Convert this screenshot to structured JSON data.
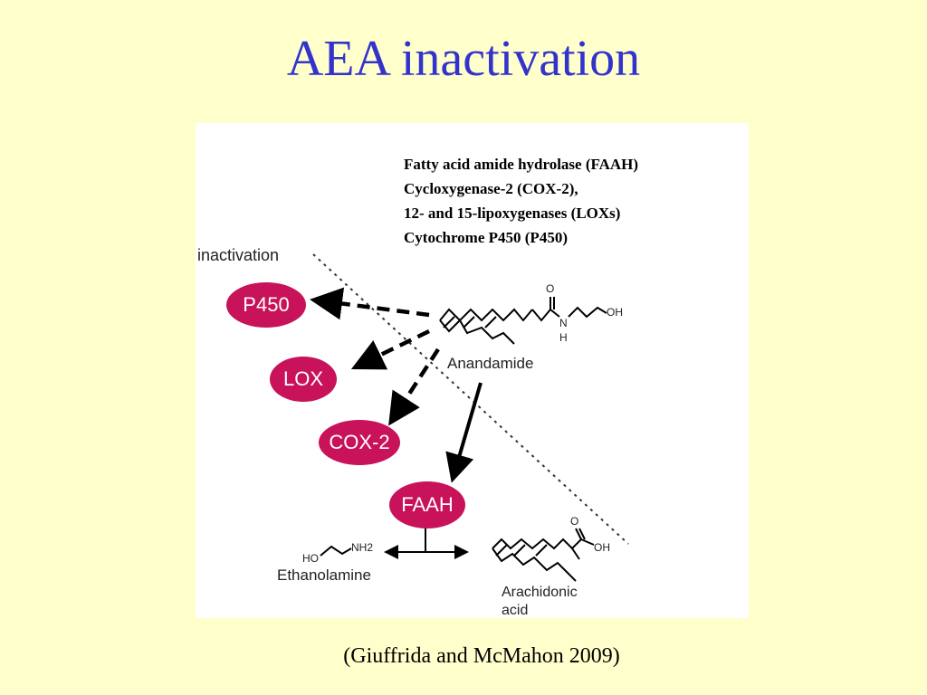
{
  "slide": {
    "title": "AEA inactivation",
    "citation": "(Giuffrida and McMahon 2009)"
  },
  "figure": {
    "enzyme_list": [
      "Fatty acid amide hydrolase (FAAH)",
      "Cycloxygenase-2 (COX-2),",
      "12- and 15-lipoxygenases (LOXs)",
      "Cytochrome P450 (P450)"
    ],
    "section_label": "inactivation",
    "enzymes": {
      "p450": "P450",
      "lox": "LOX",
      "cox2": "COX-2",
      "faah": "FAAH"
    },
    "molecules": {
      "anandamide": "Anandamide",
      "ethanolamine": "Ethanolamine",
      "arachidonic_acid_line1": "Arachidonic",
      "arachidonic_acid_line2": "acid"
    },
    "atom_labels": {
      "oh": "OH",
      "n": "N",
      "h": "H",
      "o": "O",
      "ho": "HO",
      "nh2": "NH2"
    },
    "colors": {
      "title": "#3333cc",
      "enzyme_fill": "#c8125a",
      "background": "#ffffcc"
    }
  }
}
